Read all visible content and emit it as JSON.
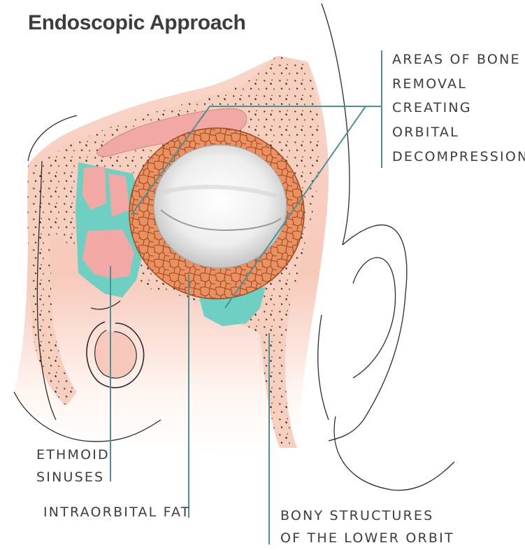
{
  "title": "Endoscopic Approach",
  "labels": {
    "bone_removal": [
      "AREAS OF BONE",
      "REMOVAL",
      "CREATING",
      "ORBITAL",
      "DECOMPRESSION"
    ],
    "ethmoid": [
      "ETHMOID",
      "SINUSES"
    ],
    "fat": "INTRAORBITAL FAT",
    "bony": [
      "BONY STRUCTURES",
      "OF THE LOWER ORBIT"
    ]
  },
  "colors": {
    "text": "#3d3d3d",
    "leader_line": "#4f8f95",
    "skin": "#fbe1d6",
    "bone": "#f6cfbf",
    "sinus_pink": "#f2a8a5",
    "decompression_teal": "#6ecfc3",
    "fat_orange": "#eb9060",
    "fat_cell_lines": "#9a4b25",
    "outline": "#2b2b2b"
  }
}
